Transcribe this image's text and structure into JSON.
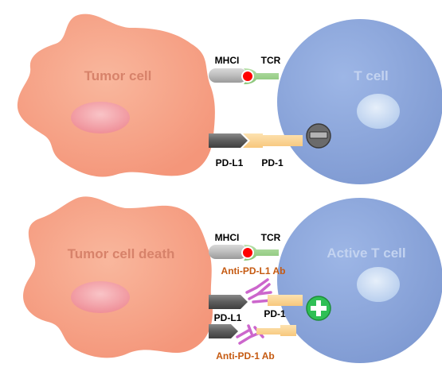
{
  "top": {
    "tumor_label": "Tumor cell",
    "tcell_label": "T cell",
    "mhc_label": "MHCI",
    "tcr_label": "TCR",
    "pdl1_label": "PD-L1",
    "pd1_label": "PD-1"
  },
  "bottom": {
    "tumor_label": "Tumor cell death",
    "tcell_label": "Active T cell",
    "mhc_label": "MHCI",
    "tcr_label": "TCR",
    "anti_pdl1_label": "Anti-PD-L1 Ab",
    "pdl1_label": "PD-L1",
    "pd1_label": "PD-1",
    "anti_pd1_label": "Anti-PD-1 Ab"
  },
  "colors": {
    "tumor": "#f5a487",
    "tcell": "#8ea9dd",
    "nucleus_tumor": "#f4a0a6",
    "nucleus_tcell": "#cfe0f5",
    "antigen": "#ff0000",
    "tcr": "#9fd28f",
    "pd1": "#fbd597",
    "antibody": "#cc66cc",
    "ab_label": "#c55a11",
    "inhibit_sign": "#555555",
    "activate_sign": "#27b24a"
  }
}
